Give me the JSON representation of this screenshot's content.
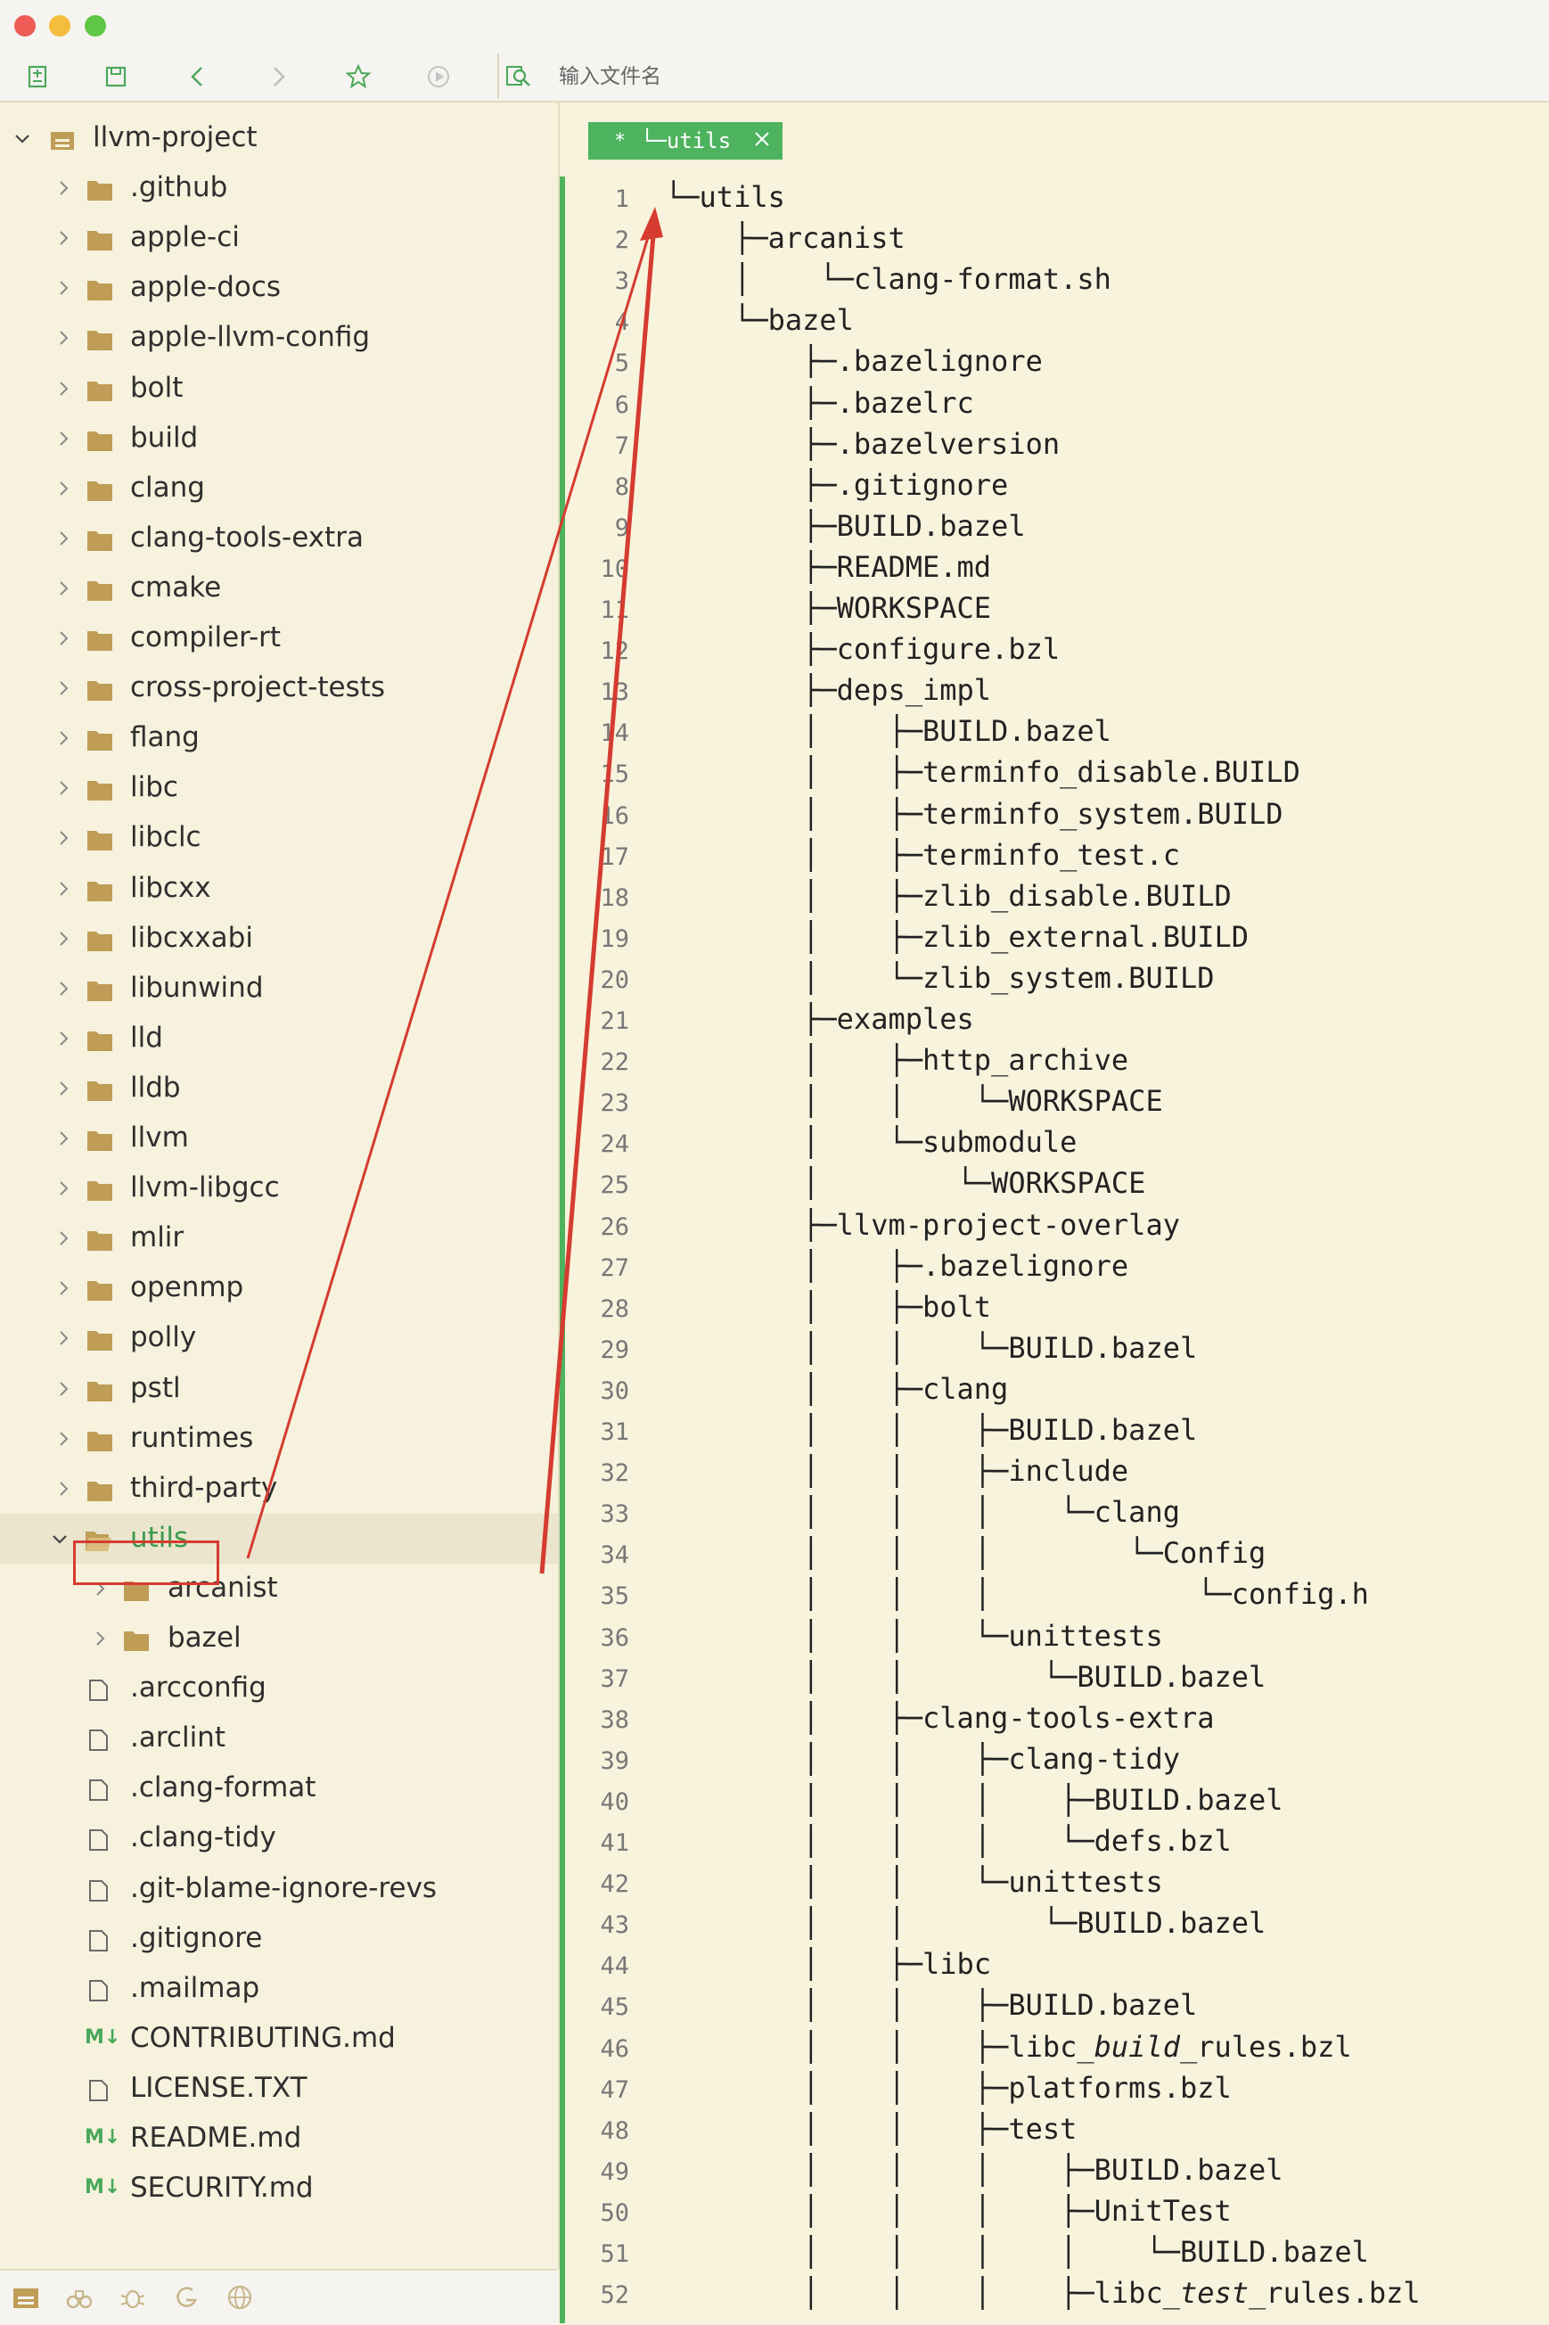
{
  "toolbar": {
    "search_placeholder": "输入文件名"
  },
  "sidebar": {
    "root": "llvm-project",
    "folders": [
      ".github",
      "apple-ci",
      "apple-docs",
      "apple-llvm-config",
      "bolt",
      "build",
      "clang",
      "clang-tools-extra",
      "cmake",
      "compiler-rt",
      "cross-project-tests",
      "flang",
      "libc",
      "libclc",
      "libcxx",
      "libcxxabi",
      "libunwind",
      "lld",
      "lldb",
      "llvm",
      "llvm-libgcc",
      "mlir",
      "openmp",
      "polly",
      "pstl",
      "runtimes",
      "third-party"
    ],
    "selected": "utils",
    "subfolders": [
      "arcanist",
      "bazel"
    ],
    "files": [
      ".arcconfig",
      ".arclint",
      ".clang-format",
      ".clang-tidy",
      ".git-blame-ignore-revs",
      ".gitignore",
      ".mailmap"
    ],
    "md_files": [
      "CONTRIBUTING.md"
    ],
    "license": "LICENSE.TXT",
    "md_files2": [
      "README.md",
      "SECURITY.md"
    ],
    "md_badge": "M↓"
  },
  "editor": {
    "tab_star": "*",
    "tab_title": "└─utils",
    "lines": [
      "└─utils",
      "    ├─arcanist",
      "    │    └─clang-format.sh",
      "    └─bazel",
      "        ├─.bazelignore",
      "        ├─.bazelrc",
      "        ├─.bazelversion",
      "        ├─.gitignore",
      "        ├─BUILD.bazel",
      "        ├─README.md",
      "        ├─WORKSPACE",
      "        ├─configure.bzl",
      "        ├─deps_impl",
      "        │    ├─BUILD.bazel",
      "        │    ├─terminfo_disable.BUILD",
      "        │    ├─terminfo_system.BUILD",
      "        │    ├─terminfo_test.c",
      "        │    ├─zlib_disable.BUILD",
      "        │    ├─zlib_external.BUILD",
      "        │    └─zlib_system.BUILD",
      "        ├─examples",
      "        │    ├─http_archive",
      "        │    │    └─WORKSPACE",
      "        │    └─submodule",
      "        │        └─WORKSPACE",
      "        ├─llvm-project-overlay",
      "        │    ├─.bazelignore",
      "        │    ├─bolt",
      "        │    │    └─BUILD.bazel",
      "        │    ├─clang",
      "        │    │    ├─BUILD.bazel",
      "        │    │    ├─include",
      "        │    │    │    └─clang",
      "        │    │    │        └─Config",
      "        │    │    │            └─config.h",
      "        │    │    └─unittests",
      "        │    │        └─BUILD.bazel",
      "        │    ├─clang-tools-extra",
      "        │    │    ├─clang-tidy",
      "        │    │    │    ├─BUILD.bazel",
      "        │    │    │    └─defs.bzl",
      "        │    │    └─unittests",
      "        │    │        └─BUILD.bazel",
      "        │    ├─libc",
      "        │    │    ├─BUILD.bazel",
      "        │    │    ├─libc_build_rules.bzl",
      "        │    │    ├─platforms.bzl",
      "        │    │    ├─test",
      "        │    │    │    ├─BUILD.bazel",
      "        │    │    │    ├─UnitTest",
      "        │    │    │    │    └─BUILD.bazel",
      "        │    │    │    ├─libc_test_rules.bzl"
    ]
  },
  "colors": {
    "accent": "#4db35e",
    "annotation": "#d63b30",
    "folder": "#bf9d57"
  }
}
